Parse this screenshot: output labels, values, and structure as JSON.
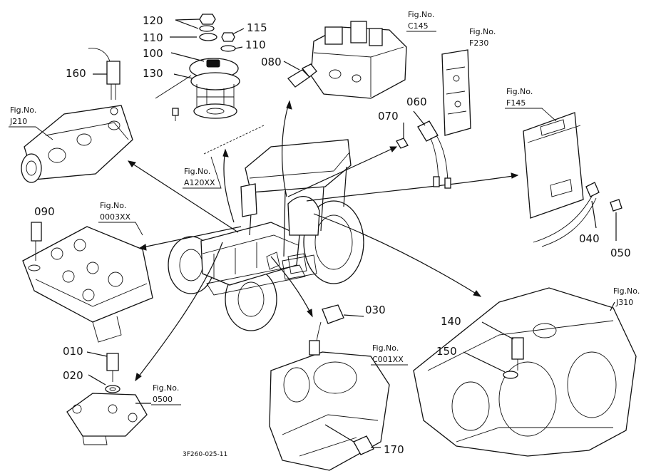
{
  "parts": {
    "p010": "010",
    "p020": "020",
    "p030": "030",
    "p040": "040",
    "p050": "050",
    "p060": "060",
    "p070": "070",
    "p080": "080",
    "p090": "090",
    "p100": "100",
    "p110a": "110",
    "p110b": "110",
    "p115": "115",
    "p120": "120",
    "p130": "130",
    "p140": "140",
    "p150": "150",
    "p160": "160",
    "p170": "170"
  },
  "figs": {
    "label": "Fig.No.",
    "c145": "C145",
    "f230": "F230",
    "f145": "F145",
    "j210": "J210",
    "a120xx": "A120XX",
    "f0003xx": "0003XX",
    "c001xx": "C001XX",
    "j310": "J310",
    "f0500": "0500"
  },
  "reference": "3F260-025-11"
}
